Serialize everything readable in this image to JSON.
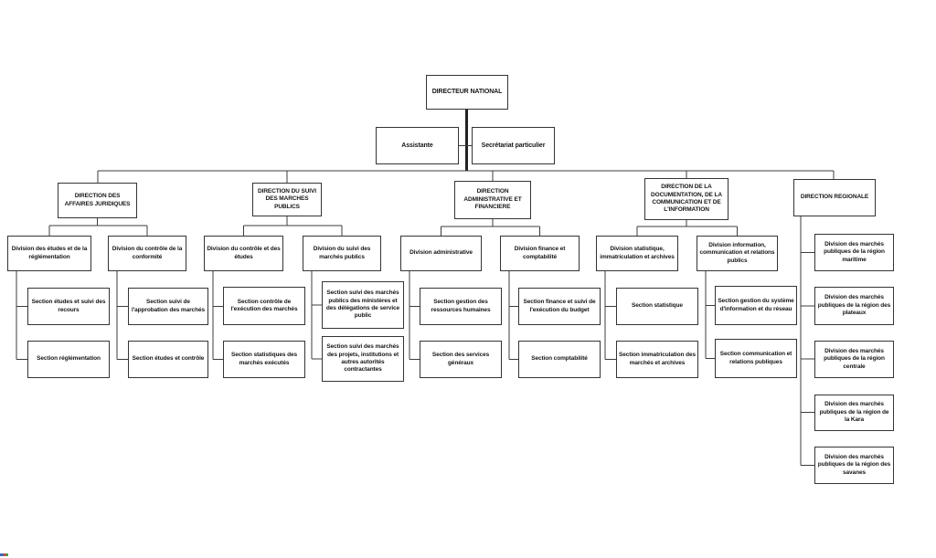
{
  "org": {
    "root": "DIRECTEUR NATIONAL",
    "staff": [
      "Assistante",
      "Secrétariat particulier"
    ],
    "directions": [
      {
        "label": "DIRECTION DES AFFAIRES JURIDIQUES",
        "divisions": [
          {
            "label": "Division des études et de la réglémentation",
            "sections": [
              "Section études et suivi des recours",
              "Section réglémentation"
            ]
          },
          {
            "label": "Division du contrôle de la conformité",
            "sections": [
              "Section suivi de l'approbation des marchés",
              "Section études et contrôle"
            ]
          }
        ]
      },
      {
        "label": "DIRECTION DU SUIVI DES MARCHES PUBLICS",
        "divisions": [
          {
            "label": "Division du contrôle et des études",
            "sections": [
              "Section contrôle de l'exécution des marchés",
              "Section statistiques des marchés exécutés"
            ]
          },
          {
            "label": "Division du suivi des marchés publics",
            "sections": [
              "Section suivi des marchés publics des ministères et des délégations de service public",
              "Section suivi des marchés des projets, institutions et autres autorités contractantes"
            ]
          }
        ]
      },
      {
        "label": "DIRECTION ADMINISTRATIVE ET FINANCIERE",
        "divisions": [
          {
            "label": "Division administrative",
            "sections": [
              "Section gestion des ressources humaines",
              "Section des services généraux"
            ]
          },
          {
            "label": "Division finance et comptabilité",
            "sections": [
              "Section finance et suivi de l'exécution du budget",
              "Section comptabilité"
            ]
          }
        ]
      },
      {
        "label": "DIRECTION DE LA DOCUMENTATION, DE LA COMMUNICATION ET DE L'INFORMATION",
        "divisions": [
          {
            "label": "Division statistique, immatriculation et archives",
            "sections": [
              "Section statistique",
              "Section immatriculation des marchés et archives"
            ]
          },
          {
            "label": "Division information, communication et relations publics",
            "sections": [
              "Section gestion du système d'information et du réseau",
              "Section communication et relations publiques"
            ]
          }
        ]
      },
      {
        "label": "DIRECTION REGIONALE",
        "divisions": [
          {
            "label": "Division des marchés publiques de la région maritime",
            "sections": []
          },
          {
            "label": "Division des marchés publiques de la région des plateaux",
            "sections": []
          },
          {
            "label": "Division des marchés publiques de la région centrale",
            "sections": []
          },
          {
            "label": "Division des marchés publiques de la région de la Kara",
            "sections": []
          },
          {
            "label": "Division des marchés publiques de la région des savanes",
            "sections": []
          }
        ]
      }
    ]
  }
}
